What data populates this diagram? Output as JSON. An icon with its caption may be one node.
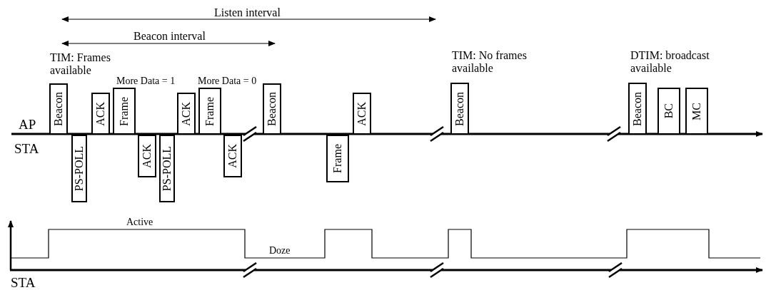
{
  "diagram": {
    "nodes": [
      {
        "text": [
          "Beacon"
        ],
        "beside": [
          "TIM: Frames available"
        ]
      },
      {
        "text": [
          "PS-POLL"
        ]
      },
      {
        "text": [
          "ACK"
        ]
      },
      {
        "text": [
          "Frame"
        ],
        "beside": [
          "More Data = 1"
        ]
      },
      {
        "text": [
          "ACK"
        ]
      },
      {
        "text": [
          "PS-POLL"
        ]
      },
      {
        "text": [
          "ACK"
        ]
      },
      {
        "text": [
          "Frame"
        ],
        "beside": [
          "More Data = 0"
        ]
      },
      {
        "text": [
          "ACK"
        ]
      },
      {
        "text": [
          "Beacon"
        ]
      },
      {
        "text": [
          "Frame"
        ]
      },
      {
        "text": [
          "ACK"
        ]
      },
      {
        "text": [
          "Beacon"
        ],
        "beside": [
          "TIM: No frames available"
        ]
      },
      {
        "text": [
          "Beacon"
        ],
        "beside": [
          "DTIM: broadcast available"
        ]
      },
      {
        "text": [
          "BC"
        ]
      },
      {
        "text": [
          "MC"
        ]
      }
    ],
    "edges": [],
    "labels": [
      "Listen interval",
      "Beacon interval",
      "AP",
      "STA",
      "Active",
      "Doze",
      "STA"
    ]
  }
}
